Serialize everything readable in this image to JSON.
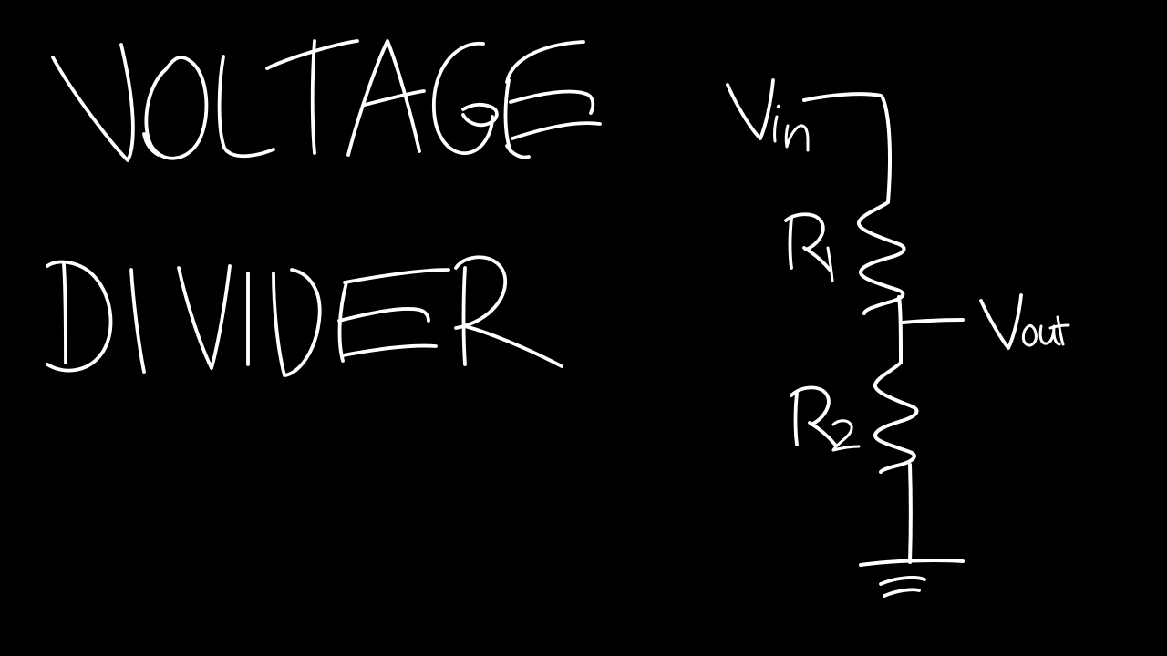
{
  "board": {
    "background_color": "#000000",
    "ink_color": "#ffffff",
    "style": "handwritten-whiteboard"
  },
  "title": {
    "line1": "VOLTAGE",
    "line2": "DIVIDER"
  },
  "circuit": {
    "name": "voltage-divider-circuit",
    "nodes": [
      {
        "id": "vin",
        "label": "V",
        "subscript": "in",
        "full": "Vin"
      },
      {
        "id": "vout",
        "label": "V",
        "subscript": "out",
        "full": "Vout"
      },
      {
        "id": "ground",
        "label": "ground-symbol"
      }
    ],
    "components": [
      {
        "id": "r1",
        "type": "resistor",
        "label": "R",
        "subscript": "1",
        "full": "R1"
      },
      {
        "id": "r2",
        "type": "resistor",
        "label": "R",
        "subscript": "2",
        "full": "R2"
      }
    ],
    "wires": [
      "vin-horizontal-lead",
      "vin-to-r1-vertical",
      "r1-to-vout-node",
      "vout-tap-lead",
      "vout-node-to-r2",
      "r2-to-ground"
    ]
  }
}
